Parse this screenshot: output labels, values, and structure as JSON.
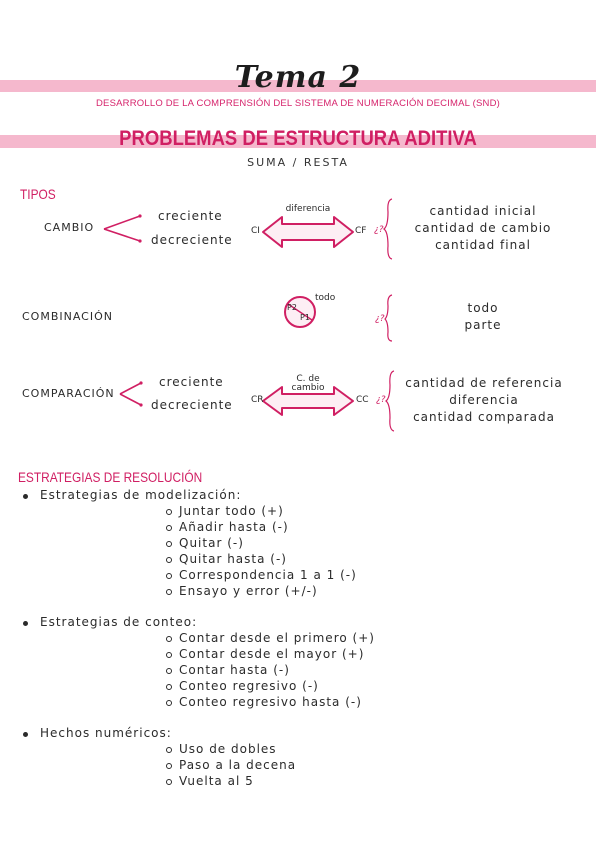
{
  "header": {
    "title": "Tema 2",
    "subtitle": "DESARROLLO DE LA COMPRENSIÓN DEL SISTEMA DE NUMERACIÓN DECIMAL (SND)",
    "heading": "PROBLEMAS DE ESTRUCTURA ADITIVA",
    "subheading": "SUMA / RESTA"
  },
  "tipos": {
    "label": "TIPOS",
    "cambio": {
      "label": "CAMBIO",
      "branches": [
        "creciente",
        "decreciente"
      ],
      "arrow_left": "CI",
      "arrow_right": "CF",
      "arrow_top": "diferencia",
      "question": "¿?",
      "list": [
        "cantidad inicial",
        "cantidad de cambio",
        "cantidad final"
      ]
    },
    "combinacion": {
      "label": "COMBINACIÓN",
      "circle_top": "todo",
      "circle_left": "P2",
      "circle_right": "P1",
      "question": "¿?",
      "list": [
        "todo",
        "parte"
      ]
    },
    "comparacion": {
      "label": "COMPARACIÓN",
      "branches": [
        "creciente",
        "decreciente"
      ],
      "arrow_left": "CR",
      "arrow_right": "CC",
      "arrow_top_1": "C. de",
      "arrow_top_2": "cambio",
      "question": "¿?",
      "list": [
        "cantidad de referencia",
        "diferencia",
        "cantidad comparada"
      ]
    }
  },
  "estrategias": {
    "label": "ESTRATEGIAS DE RESOLUCIÓN",
    "groups": [
      {
        "title": "Estrategias de modelización:",
        "items": [
          "Juntar todo (+)",
          "Añadir hasta (-)",
          "Quitar (-)",
          "Quitar hasta (-)",
          "Correspondencia 1 a 1 (-)",
          "Ensayo y error (+/-)"
        ]
      },
      {
        "title": "Estrategias de conteo:",
        "items": [
          "Contar desde el primero (+)",
          "Contar desde el mayor (+)",
          "Contar hasta (-)",
          "Conteo regresivo (-)",
          "Conteo regresivo hasta (-)"
        ]
      },
      {
        "title": "Hechos numéricos:",
        "items": [
          "Uso de dobles",
          "Paso a la decena",
          "Vuelta al 5"
        ]
      }
    ]
  },
  "colors": {
    "accent": "#d01f63",
    "band": "#f5b8cd"
  }
}
